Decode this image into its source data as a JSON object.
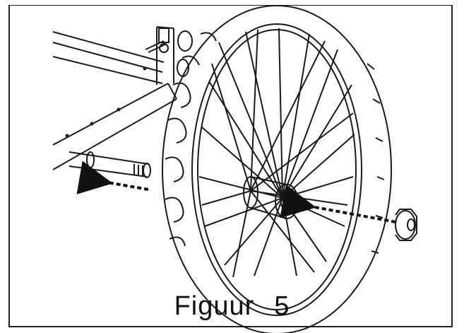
{
  "figure": {
    "caption_word": "Figuur",
    "caption_number": "5"
  },
  "colors": {
    "line": "#1a1a1a",
    "background": "#ffffff"
  },
  "parts": {
    "frame_icon": "trailer-frame-axle",
    "wheel_icon": "spoked-wheel",
    "nut_icon": "hex-nut",
    "arrow_icon": "dashed-arrow-left"
  }
}
